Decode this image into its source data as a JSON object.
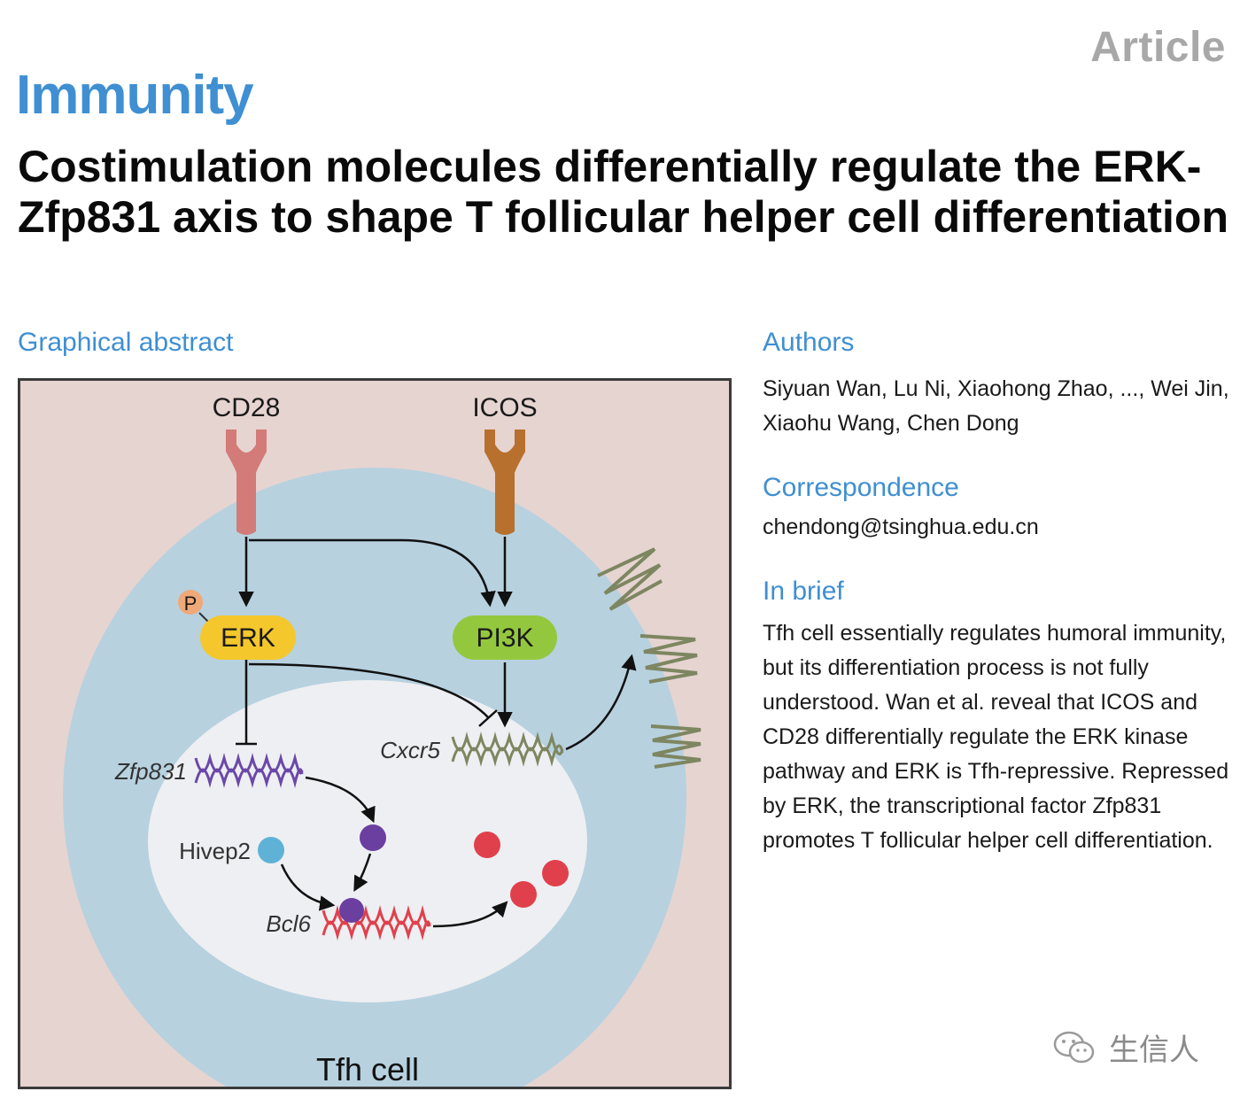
{
  "header": {
    "article_type": "Article",
    "journal": "Immunity",
    "title": "Costimulation molecules differentially regulate the ERK-Zfp831 axis to shape T follicular helper cell differentiation"
  },
  "graphical_abstract": {
    "heading": "Graphical abstract",
    "labels": {
      "cd28": "CD28",
      "icos": "ICOS",
      "phospho": "P",
      "erk": "ERK",
      "pi3k": "PI3K",
      "zfp831": "Zfp831",
      "cxcr5": "Cxcr5",
      "hivep2": "Hivep2",
      "bcl6": "Bcl6",
      "cell": "Tfh cell"
    },
    "colors": {
      "background": "#e6d4d1",
      "cytoplasm": "#b7d1df",
      "nucleus": "#eeeff2",
      "cd28_receptor": "#d27b78",
      "icos_receptor": "#b7702e",
      "erk": "#f4c72c",
      "pi3k": "#93c83e",
      "zfp831_gene": "#6b48a8",
      "cxcr5_gene": "#7d8660",
      "bcl6_gene": "#e0404c",
      "hivep2_protein": "#5fb2d6",
      "zfp831_protein": "#6a3fa0",
      "bcl6_protein": "#e0404c",
      "phospho": "#efa877"
    }
  },
  "sidebar": {
    "authors_heading": "Authors",
    "authors": "Siyuan Wan, Lu Ni, Xiaohong Zhao, ..., Wei Jin, Xiaohu Wang, Chen Dong",
    "correspondence_heading": "Correspondence",
    "email": "chendong@tsinghua.edu.cn",
    "brief_heading": "In brief",
    "brief": "Tfh cell essentially regulates humoral immunity, but its differentiation process is not fully understood. Wan et al. reveal that ICOS and CD28 differentially regulate the ERK kinase pathway and ERK is Tfh-repressive. Repressed by ERK, the transcriptional factor Zfp831 promotes T follicular helper cell differentiation."
  },
  "watermark": {
    "text": "生信人",
    "icon": "wechat-icon"
  }
}
